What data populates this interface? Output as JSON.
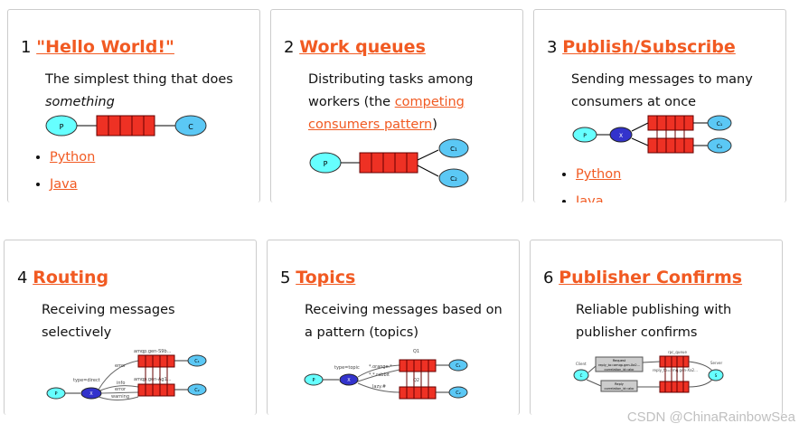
{
  "cards": [
    {
      "num": "1",
      "title": "\"Hello World!\"",
      "desc": "The simplest thing that does",
      "desc_em": "something",
      "links": [
        "Python",
        "Java"
      ],
      "diagram": {
        "p": "P",
        "c": "C"
      }
    },
    {
      "num": "2",
      "title": "Work queues",
      "desc": "Distributing tasks among workers (the ",
      "desc_link": "competing consumers pattern",
      "desc_end": ")",
      "diagram": {
        "p": "P",
        "c1": "C₁",
        "c2": "C₂"
      }
    },
    {
      "num": "3",
      "title": "Publish/Subscribe",
      "desc": "Sending messages to many consumers at once",
      "links": [
        "Python",
        "Java"
      ],
      "diagram": {
        "p": "P",
        "x": "X",
        "c1": "C₁",
        "c2": "C₂"
      }
    },
    {
      "num": "4",
      "title": "Routing",
      "desc": "Receiving messages selectively",
      "diagram": {
        "p": "P",
        "x": "X",
        "type": "type=direct",
        "q1": "amqp.gen-S9b...",
        "q2": "amqp.gen-Ag1...",
        "k1": "error",
        "k2": "info",
        "k3": "error",
        "k4": "warning",
        "c1": "C₁",
        "c2": "C₂"
      }
    },
    {
      "num": "5",
      "title": "Topics",
      "desc": "Receiving messages based on a pattern (topics)",
      "diagram": {
        "p": "P",
        "x": "X",
        "type": "type=topic",
        "q1": "Q1",
        "q2": "Q2",
        "k1": "*.orange.*",
        "k2": "*.*.rabbit",
        "k3": "lazy.#",
        "c1": "C₁",
        "c2": "C₂"
      }
    },
    {
      "num": "6",
      "title": "Publisher Confirms",
      "desc": "Reliable publishing with publisher confirms",
      "diagram": {
        "client": "Client",
        "server": "Server",
        "c": "C",
        "s": "S",
        "rpc_queue": "rpc_queue",
        "reply_to": "reply_to=amq.gen-Xa2...",
        "req1": "Request",
        "req2": "reply_to=amqp.gen-Xa2...",
        "req3": "correlation_id=abc",
        "rep1": "Reply",
        "rep2": "correlation_id=abc"
      }
    }
  ],
  "watermark": "CSDN @ChinaRainbowSea",
  "colors": {
    "link": "#f15a22",
    "queue": "#ee3124",
    "producer": "#6ff",
    "consumer": "#5bc8f5",
    "exchange": "#3333cc"
  }
}
